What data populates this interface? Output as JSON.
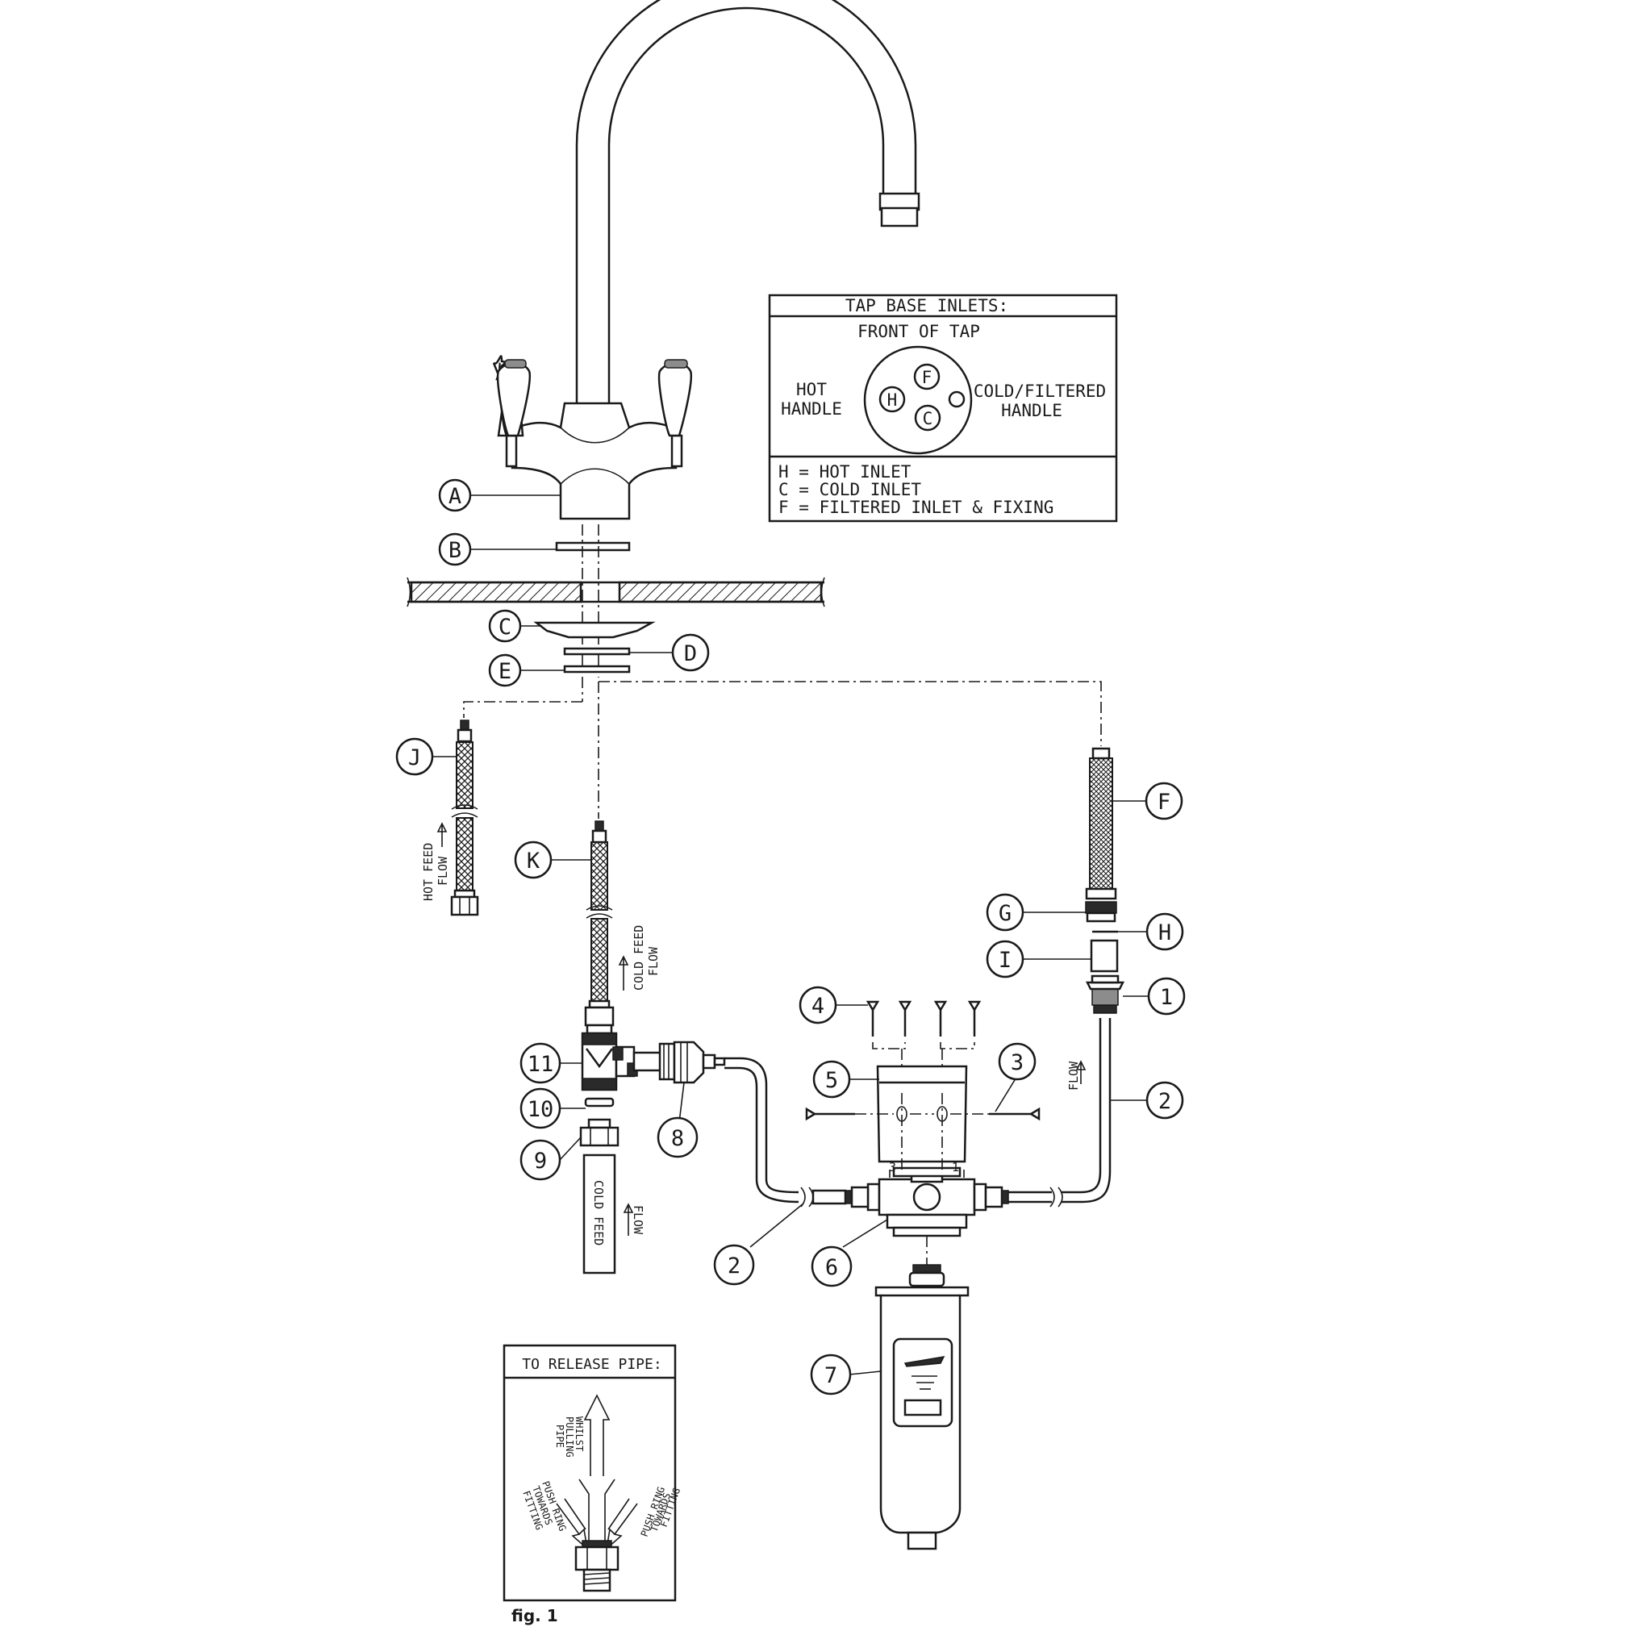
{
  "parts": {
    "A": "A",
    "B": "B",
    "C": "C",
    "D": "D",
    "E": "E",
    "F": "F",
    "G": "G",
    "H": "H",
    "I": "I",
    "J": "J",
    "K": "K",
    "n1": "1",
    "n2a": "2",
    "n2b": "2",
    "n3": "3",
    "n4": "4",
    "n5": "5",
    "n6": "6",
    "n7": "7",
    "n8": "8",
    "n9": "9",
    "n10": "10",
    "n11": "11"
  },
  "tap_base_inlets": {
    "title": "TAP BASE INLETS:",
    "front": "FRONT OF TAP",
    "hot_handle_1": "HOT",
    "hot_handle_2": "HANDLE",
    "cold_handle_1": "COLD/FILTERED",
    "cold_handle_2": "HANDLE",
    "inlet_h": "H",
    "inlet_c": "C",
    "inlet_f": "F",
    "legend_h": "H = HOT INLET",
    "legend_c": "C = COLD INLET",
    "legend_f": "F = FILTERED INLET & FIXING"
  },
  "release_pipe": {
    "title": "TO RELEASE PIPE:",
    "whilst_1": "WHILST",
    "whilst_2": "PULLING",
    "whilst_3": "PIPE",
    "push_l_1": "PUSH RING",
    "push_l_2": "TOWARDS",
    "push_l_3": "FITTING",
    "push_r_1": "PUSH RING",
    "push_r_2": "TOWARDS",
    "push_r_3": "FITTING"
  },
  "flow_labels": {
    "hot_feed_1": "HOT FEED",
    "hot_feed_2": "FLOW",
    "cold_feed_1": "COLD FEED",
    "cold_feed_2": "FLOW",
    "cold_feed_pipe": "COLD FEED",
    "flow_bottom": "FLOW",
    "flow_right": "FLOW"
  },
  "head_marks": {
    "left": "3",
    "right": "1"
  },
  "caption": "fig. 1"
}
